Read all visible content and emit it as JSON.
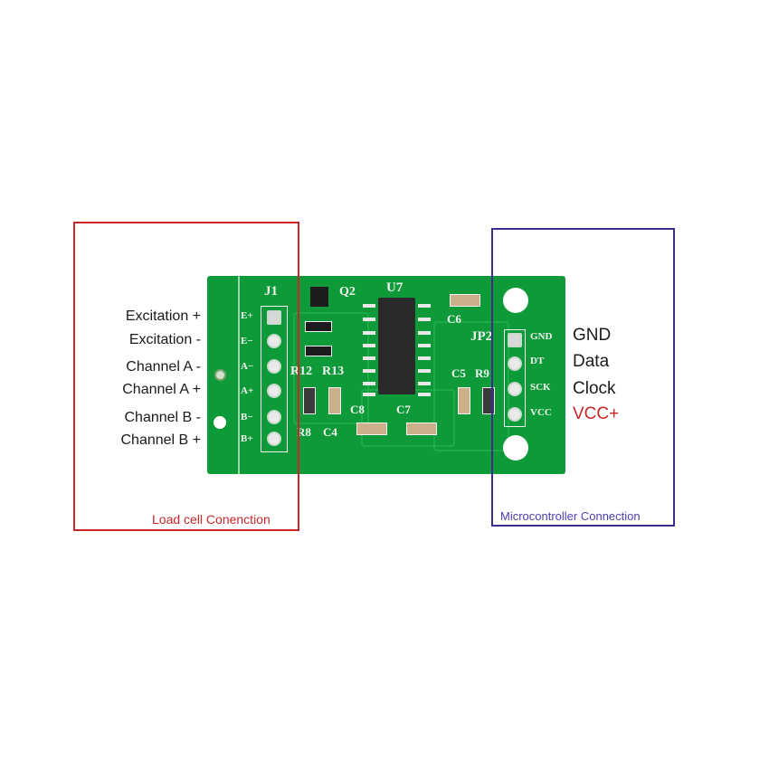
{
  "diagram": {
    "subject": "HX711 load cell amplifier module pinout",
    "colors": {
      "board_green": "#0f9a3a",
      "load_cell_box": "#c8262b",
      "microcontroller_box": "#3a2f8f",
      "vcc_label": "#c8262b"
    }
  },
  "load_cell_group": {
    "caption": "Load cell Conenction",
    "labels": [
      "Excitation +",
      "Excitation -",
      "Channel A -",
      "Channel A +",
      "Channel B -",
      "Channel B +"
    ]
  },
  "microcontroller_group": {
    "caption": "Microcontroller Connection",
    "labels": [
      "GND",
      "Data",
      "Clock",
      "VCC+"
    ]
  },
  "board": {
    "j1": {
      "name": "J1",
      "pins": [
        "E+",
        "E−",
        "A−",
        "A+",
        "B−",
        "B+"
      ]
    },
    "jp2": {
      "name": "JP2",
      "pins": [
        "GND",
        "DT",
        "SCK",
        "VCC"
      ]
    },
    "components": {
      "u7": "U7",
      "q2": "Q2",
      "r12": "R12",
      "r13": "R13",
      "r8": "R8",
      "c4": "C4",
      "c8": "C8",
      "c7": "C7",
      "c5": "C5",
      "r9": "R9",
      "c6": "C6"
    }
  }
}
